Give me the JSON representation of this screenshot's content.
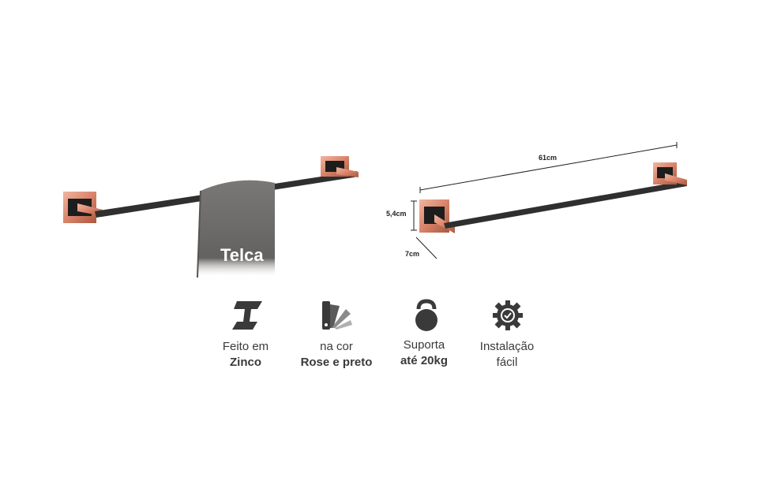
{
  "product": {
    "brand_on_towel": "Telca",
    "accent_color": "#d9836a",
    "bar_color": "#2f2f2f",
    "towel_color": "#6c6a69"
  },
  "dimensions": {
    "length": "61cm",
    "height": "5,4cm",
    "depth": "7cm"
  },
  "features": [
    {
      "icon": "metal-beam-icon",
      "line1": "Feito em",
      "line2": "Zinco"
    },
    {
      "icon": "color-palette-icon",
      "line1": "na cor",
      "line2": "Rose e preto"
    },
    {
      "icon": "kettlebell-icon",
      "line1": "Suporta",
      "line2": "até 20kg"
    },
    {
      "icon": "gear-check-icon",
      "line1": "Instalação",
      "line2": "fácil"
    }
  ]
}
